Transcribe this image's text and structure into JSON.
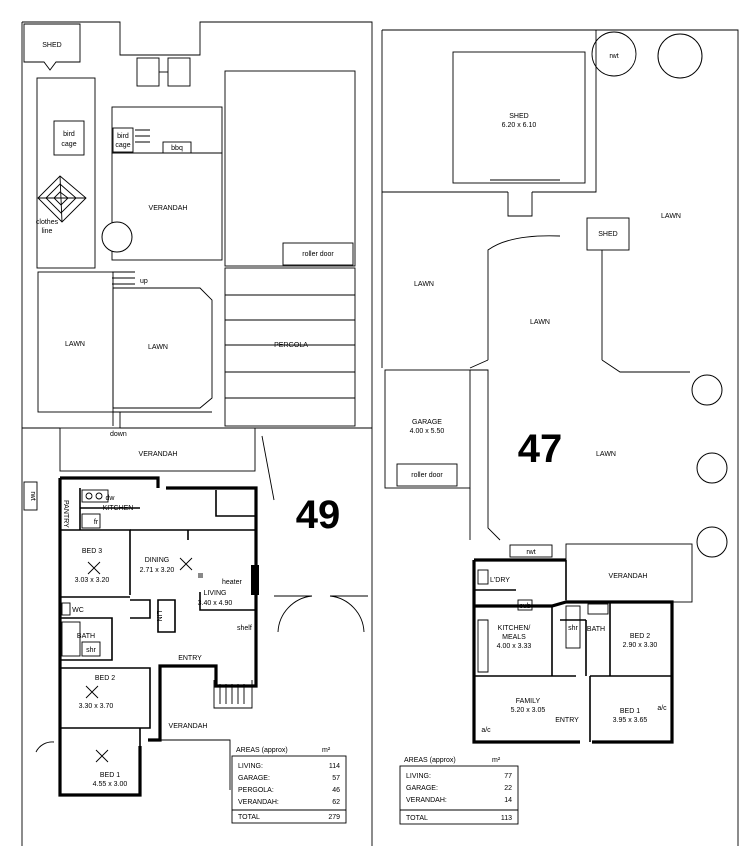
{
  "plan49": {
    "number": "49",
    "labels": {
      "shed": "SHED",
      "bird_cage": [
        "bird",
        "cage"
      ],
      "bird_cage_small": [
        "bird",
        "cage"
      ],
      "bbq": "bbq",
      "clothes_line": [
        "clothes",
        "line"
      ],
      "verandah_rear": "VERANDAH",
      "roller_door": "roller door",
      "up": "up",
      "lawn_left": "LAWN",
      "lawn_mid": "LAWN",
      "pergola": "PERGOLA",
      "down": "down",
      "verandah_top": "VERANDAH",
      "rwt": "rwt",
      "pantry": "PANTRY",
      "dw": "dw",
      "kitchen": "KITCHEN",
      "fr": "fr",
      "bed3": [
        "BED 3",
        "3.03 x 3.20"
      ],
      "dining": [
        "DINING",
        "2.71 x 3.20"
      ],
      "heater": "heater",
      "living": [
        "LIVING",
        "3.40 x 4.90"
      ],
      "wc": "WC",
      "bath": "BATH",
      "shr": "shr",
      "shelf": "shelf",
      "linen": "LIN",
      "entry": "ENTRY",
      "bed2": [
        "BED 2",
        "3.30 x 3.70"
      ],
      "verandah_side": "VERANDAH",
      "bed1": [
        "BED 1",
        "4.55 x 3.00"
      ]
    },
    "areas": {
      "heading": "AREAS (approx)",
      "unit": "m²",
      "rows": [
        {
          "label": "LIVING:",
          "value": "114"
        },
        {
          "label": "GARAGE:",
          "value": "57"
        },
        {
          "label": "PERGOLA:",
          "value": "46"
        },
        {
          "label": "VERANDAH:",
          "value": "62"
        }
      ],
      "total_label": "TOTAL",
      "total_value": "279"
    }
  },
  "plan47": {
    "number": "47",
    "labels": {
      "rwt_round": "rwt",
      "shed_big": [
        "SHED",
        "6.20 x 6.10"
      ],
      "shed_small": "SHED",
      "lawn_right": "LAWN",
      "lawn_left": "LAWN",
      "lawn_path": "LAWN",
      "lawn_front": "LAWN",
      "garage": [
        "GARAGE",
        "4.00 x 5.50"
      ],
      "roller_door": "roller door",
      "rwt": "rwt",
      "ldry": "L'DRY",
      "verandah": "VERANDAH",
      "cub": "cub",
      "shr": "shr",
      "bath": "BATH",
      "kitchen": [
        "KITCHEN/",
        "MEALS",
        "4.00 x 3.33"
      ],
      "bed2": [
        "BED 2",
        "2.90 x 3.30"
      ],
      "family": [
        "FAMILY",
        "5.20 x 3.05"
      ],
      "entry": "ENTRY",
      "bed1": [
        "BED 1",
        "3.95 x 3.65"
      ],
      "ac1": "a/c",
      "ac2": "a/c"
    },
    "areas": {
      "heading": "AREAS (approx)",
      "unit": "m²",
      "rows": [
        {
          "label": "LIVING:",
          "value": "77"
        },
        {
          "label": "GARAGE:",
          "value": "22"
        },
        {
          "label": "VERANDAH:",
          "value": "14"
        }
      ],
      "total_label": "TOTAL",
      "total_value": "113"
    }
  }
}
